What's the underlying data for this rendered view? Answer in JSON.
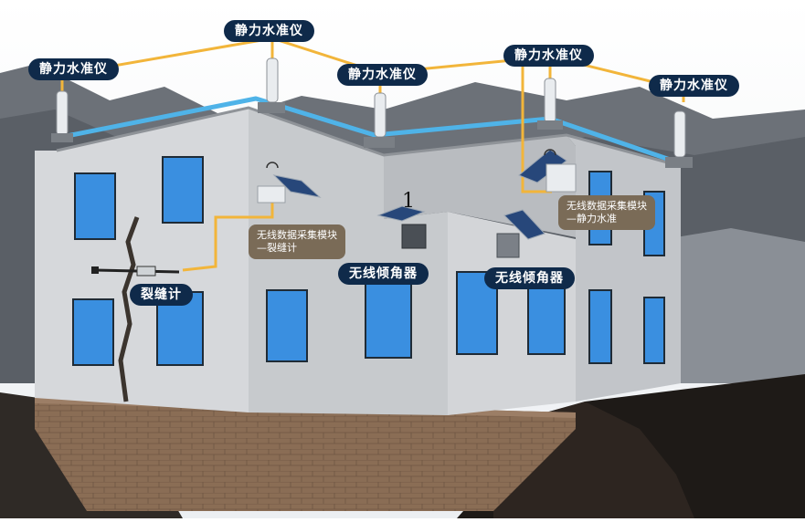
{
  "labels": {
    "level_1": "静力水准仪",
    "level_2": "静力水准仪",
    "level_3": "静力水准仪",
    "level_4": "静力水准仪",
    "level_5": "静力水准仪",
    "crack_meter": "裂缝计",
    "tilt_1": "无线倾角器",
    "tilt_2": "无线倾角器",
    "module_crack_line1": "无线数据采集模块",
    "module_crack_line2": "—裂缝计",
    "module_level_line1": "无线数据采集模块",
    "module_level_line2": "—静力水准",
    "marker": "1"
  },
  "colors": {
    "label_bg": "#0f2a4a",
    "module_bg": "#7a6b57",
    "water_pipe": "#4fb3e8",
    "cable": "#f2b53a",
    "wall": "#d9dbde",
    "window": "#3a8fe0",
    "brick": "#8a6d55"
  }
}
